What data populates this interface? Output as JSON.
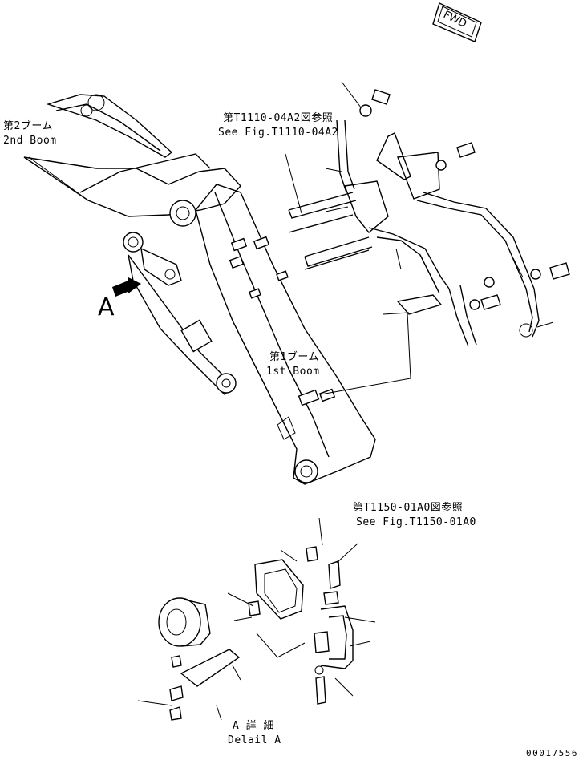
{
  "labels": {
    "fwd": "FWD",
    "second_boom_jp": "第2ブーム",
    "second_boom_en": "2nd Boom",
    "ref_top_jp": "第T1110-04A2図参照",
    "ref_top_en": "See Fig.T1110-04A2",
    "view_a": "A",
    "first_boom_jp": "第1ブーム",
    "first_boom_en": "1st Boom",
    "ref_mid_jp": "第T1150-01A0図参照",
    "ref_mid_en": "See Fig.T1150-01A0",
    "detail_jp": "A 詳 細",
    "detail_en": "Delail A",
    "drawing_no": "00017556"
  }
}
